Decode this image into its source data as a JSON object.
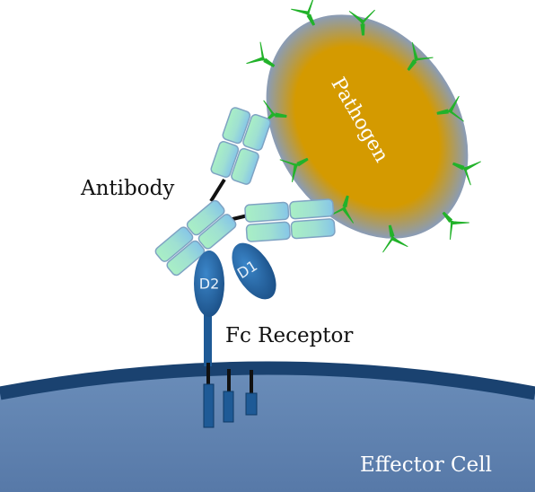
{
  "labels": {
    "pathogen": "Pathogen",
    "antibody": "Antibody",
    "fc_receptor": "Fc Receptor",
    "effector_cell": "Effector Cell",
    "domain_d1": "D1",
    "domain_d2": "D2"
  },
  "colors": {
    "pathogen_core": "#D49A00",
    "pathogen_edge": "#8C9CB2",
    "antigen_spike": "#22B22A",
    "antibody_light": "#A9EFC5",
    "antibody_blue": "#8CCDE6",
    "antibody_stroke": "#7FA3C3",
    "receptor_blue": "#1F5F9E",
    "cell_fill": "#5F84B1",
    "cell_membrane": "#1A4270"
  }
}
